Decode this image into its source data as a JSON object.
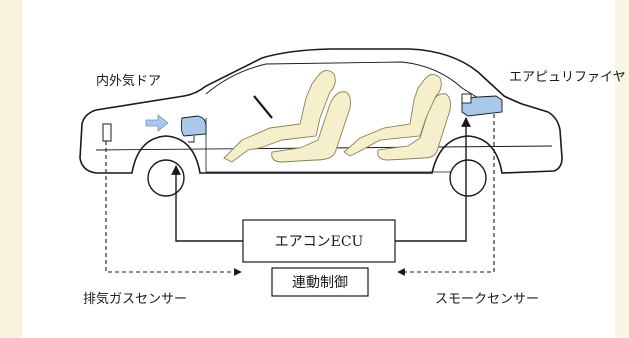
{
  "labels": {
    "recirc_door": "内外気ドア",
    "air_purifier": "エアピュリファイヤ",
    "exhaust_sensor": "排気ガスセンサー",
    "smoke_sensor": "スモークセンサー"
  },
  "boxes": {
    "ecu": "エアコンECU",
    "control": "連動制御"
  },
  "colors": {
    "line": "#1a1a1a",
    "component_blue": "#a9c8ec",
    "seat_fill": "#f6efcc"
  }
}
